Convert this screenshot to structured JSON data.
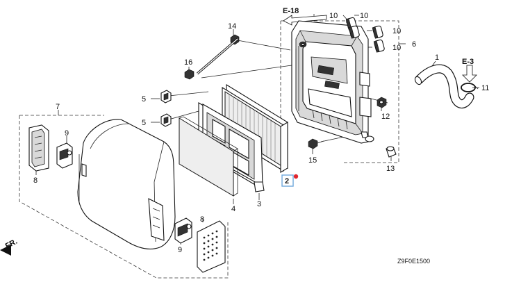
{
  "callouts": {
    "c1": "1",
    "c2": "2",
    "c3": "3",
    "c4": "4",
    "c5a": "5",
    "c5b": "5",
    "c6": "6",
    "c7": "7",
    "c8a": "8",
    "c8b": "8",
    "c9a": "9",
    "c9b": "9",
    "c10a": "10",
    "c10b": "10",
    "c10c": "10",
    "c10d": "10",
    "c11": "11",
    "c12": "12",
    "c13": "13",
    "c14": "14",
    "c15": "15",
    "c16": "16"
  },
  "refs": {
    "e18": "E-18",
    "e3": "E-3"
  },
  "diagram_code": "Z9F0E1500",
  "front_mark": "FR.",
  "colors": {
    "highlight_box": "#6fa8dc",
    "highlight_dot": "#e0262e"
  }
}
